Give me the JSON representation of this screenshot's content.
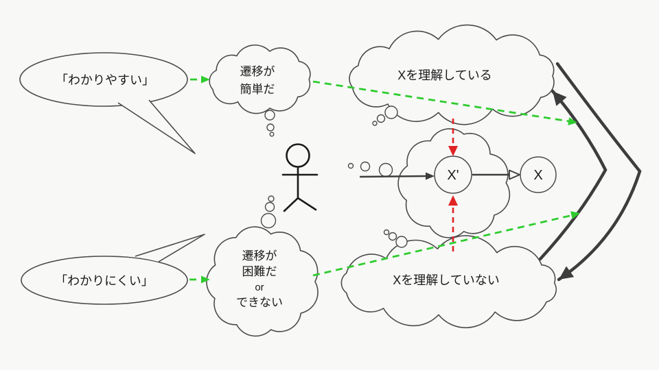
{
  "colors": {
    "background": "#f8f8f7",
    "surface": "#f8f8f7",
    "green": "#2ecc2e",
    "red": "#e02424",
    "dark": "#3d3d3d",
    "outline": "#4a4a4a",
    "ink": "#1a1a1a"
  },
  "left_bubbles": {
    "top": {
      "text": "「わかりやすい」"
    },
    "bottom": {
      "text": "「わかりにくい」"
    }
  },
  "mid_clouds": {
    "top": {
      "lines": [
        "遷移が",
        "簡単だ"
      ]
    },
    "bottom": {
      "lines": [
        "遷移が",
        "困難だ",
        "or",
        "できない"
      ]
    }
  },
  "right_clouds": {
    "top": {
      "text": "Xを理解している"
    },
    "bottom": {
      "text": "Xを理解していない"
    }
  },
  "nodes": {
    "x_prime": {
      "label": "X'"
    },
    "x": {
      "label": "X"
    }
  }
}
